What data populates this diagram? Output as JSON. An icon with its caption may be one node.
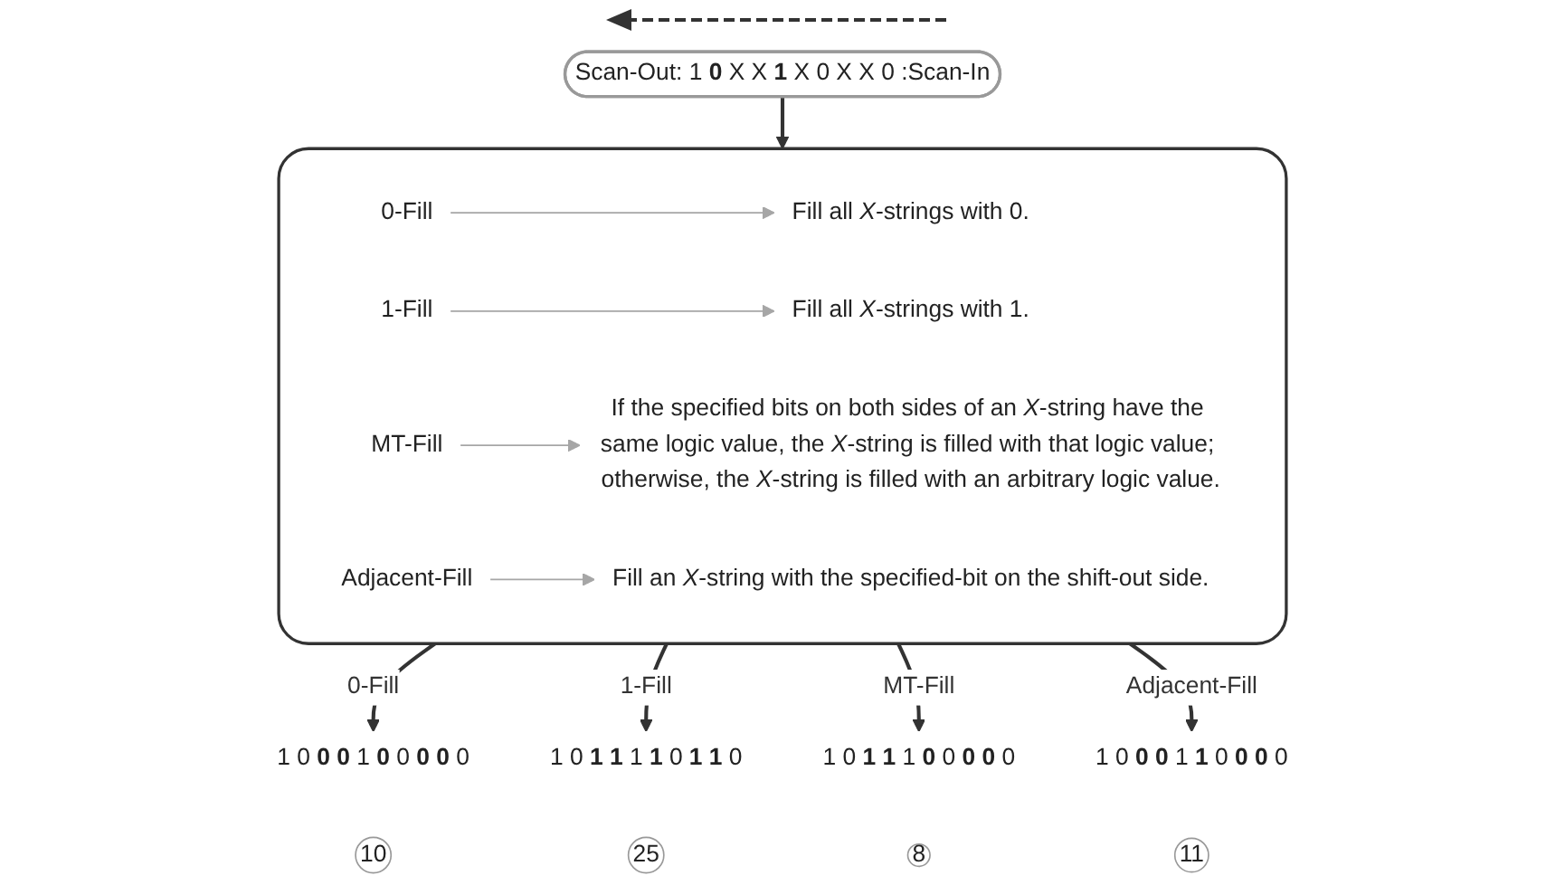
{
  "diagram": {
    "nodes": [
      {
        "text": [
          "Scan-Out: 1 **0** X X **1** X 0 X X 0 :Scan-In"
        ]
      },
      {
        "text": [],
        "shape": "box"
      },
      {
        "text": [
          "0-Fill"
        ],
        "in": 1
      },
      {
        "text": [
          "Fill all *X*-strings with 0."
        ],
        "in": 1
      },
      {
        "text": [
          "1-Fill"
        ],
        "in": 1
      },
      {
        "text": [
          "Fill all *X*-strings with 1."
        ],
        "in": 1
      },
      {
        "text": [
          "MT-Fill"
        ],
        "in": 1
      },
      {
        "text": [
          "If the specified bits on both sides of an *X*-string have the same logic value, the *X*-string is filled with that logic value; otherwise, the *X*-string is filled with an arbitrary logic value."
        ],
        "in": 1
      },
      {
        "text": [
          "Adjacent-Fill"
        ],
        "in": 1
      },
      {
        "text": [
          "Fill an *X*-string with the specified-bit on the shift-out side."
        ],
        "in": 1
      },
      {
        "text": [
          "1 0 **0 0** 1 **0** 0 **0 0** 0"
        ]
      },
      {
        "text": [
          "10"
        ]
      },
      {
        "text": [
          "1 0 **1 1** 1 **1** 0 **1 1** 0"
        ]
      },
      {
        "text": [
          "25"
        ]
      },
      {
        "text": [
          "1 0 **1 1** 1 **0** 0 **0 0** 0"
        ]
      },
      {
        "text": [
          "8"
        ]
      },
      {
        "text": [
          "1 0 **0 0** 1 **1** 0 **0 0** 0"
        ]
      },
      {
        "text": [
          "11"
        ]
      }
    ],
    "edges": [
      {
        "from": 0,
        "to": 1,
        "arrow": "to"
      },
      {
        "from": 2,
        "to": 3,
        "arrow": "to",
        "color": "#a6a6a6"
      },
      {
        "from": 4,
        "to": 5,
        "arrow": "to",
        "color": "#a6a6a6"
      },
      {
        "from": 6,
        "to": 7,
        "arrow": "to",
        "color": "#a6a6a6"
      },
      {
        "from": 8,
        "to": 9,
        "arrow": "to",
        "color": "#a6a6a6"
      },
      {
        "from": 1,
        "to": 10,
        "arrow": "to",
        "label": "0-Fill"
      },
      {
        "from": 1,
        "to": 12,
        "arrow": "to",
        "label": "1-Fill"
      },
      {
        "from": 1,
        "to": 14,
        "arrow": "to",
        "label": "MT-Fill"
      },
      {
        "from": 1,
        "to": 16,
        "arrow": "to",
        "label": "Adjacent-Fill"
      }
    ]
  }
}
